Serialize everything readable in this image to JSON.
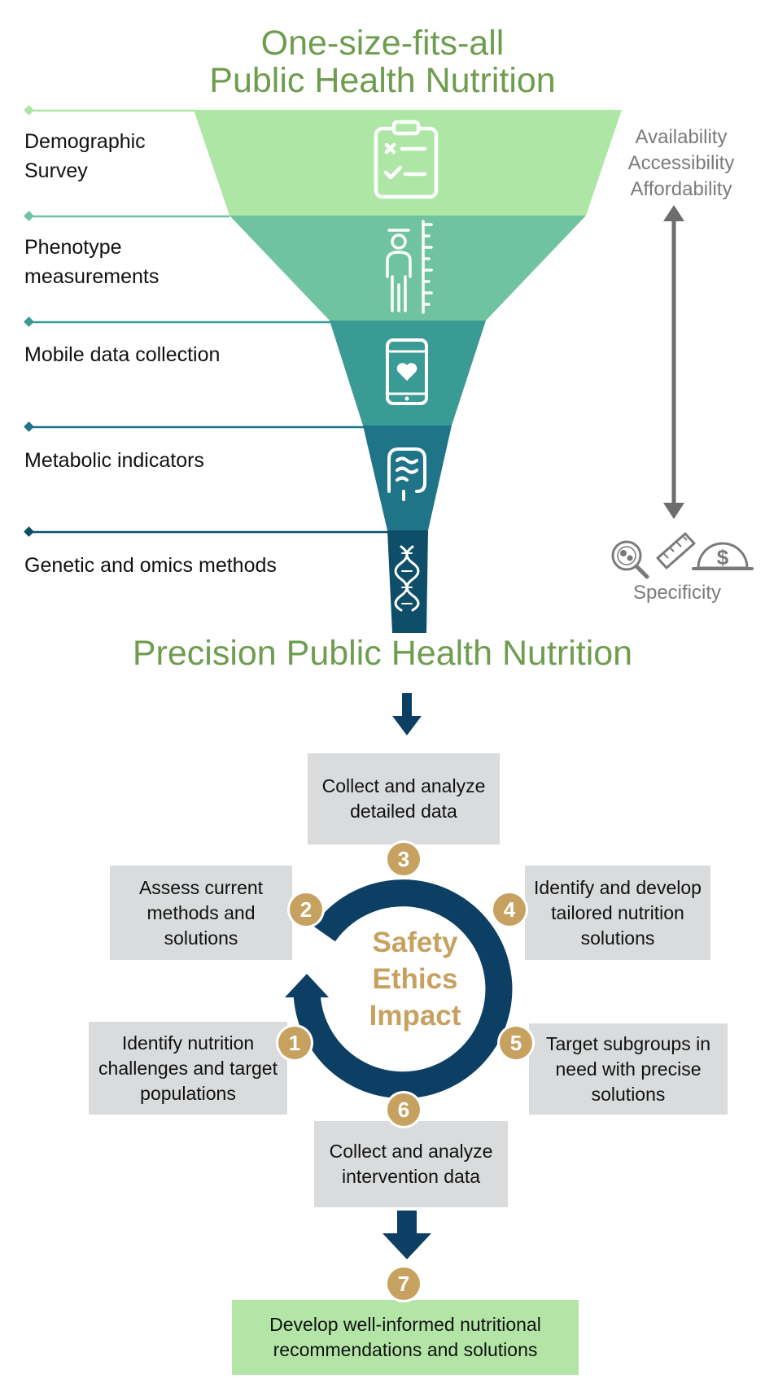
{
  "header": {
    "line1": "One-size-fits-all",
    "line2": "Public Health Nutrition"
  },
  "funnel": {
    "layers": [
      {
        "label": "Demographic Survey",
        "icon": "clipboard-checklist-icon",
        "color": "#aee6a6"
      },
      {
        "label": "Phenotype measurements",
        "icon": "person-height-ruler-icon",
        "color": "#6fc39f"
      },
      {
        "label": "Mobile data collection",
        "icon": "phone-heart-icon",
        "color": "#3a9a94"
      },
      {
        "label": "Metabolic indicators",
        "icon": "intestine-icon",
        "color": "#1f7488"
      },
      {
        "label": "Genetic and omics methods",
        "icon": "dna-icon",
        "color": "#0e4e68"
      }
    ]
  },
  "side": {
    "top_lines": [
      "Availability",
      "Accessibility",
      "Affordability"
    ],
    "bottom_label": "Specificity",
    "icons": [
      "microscope-magnifier-icon",
      "ruler-icon",
      "cost-gauge-icon"
    ]
  },
  "precision_title": "Precision Public Health Nutrition",
  "cycle": {
    "center_words": [
      "Safety",
      "Ethics",
      "Impact"
    ],
    "steps": [
      {
        "num": "1",
        "text": "Identify nutrition challenges and target populations"
      },
      {
        "num": "2",
        "text": "Assess current methods and solutions"
      },
      {
        "num": "3",
        "text": "Collect and analyze detailed data"
      },
      {
        "num": "4",
        "text": "Identify and develop tailored nutrition solutions"
      },
      {
        "num": "5",
        "text": "Target subgroups in need with precise solutions"
      },
      {
        "num": "6",
        "text": "Collect and analyze intervention data"
      },
      {
        "num": "7",
        "text": "Develop well-informed nutritional recommendations and solutions"
      }
    ]
  },
  "colors": {
    "title_green": "#6e9d4f",
    "badge_gold": "#c6a160",
    "cycle_navy": "#0c3f63",
    "box_gray": "#d9dbdc",
    "final_green": "#b3e6a6",
    "side_gray": "#7a7a7a"
  }
}
